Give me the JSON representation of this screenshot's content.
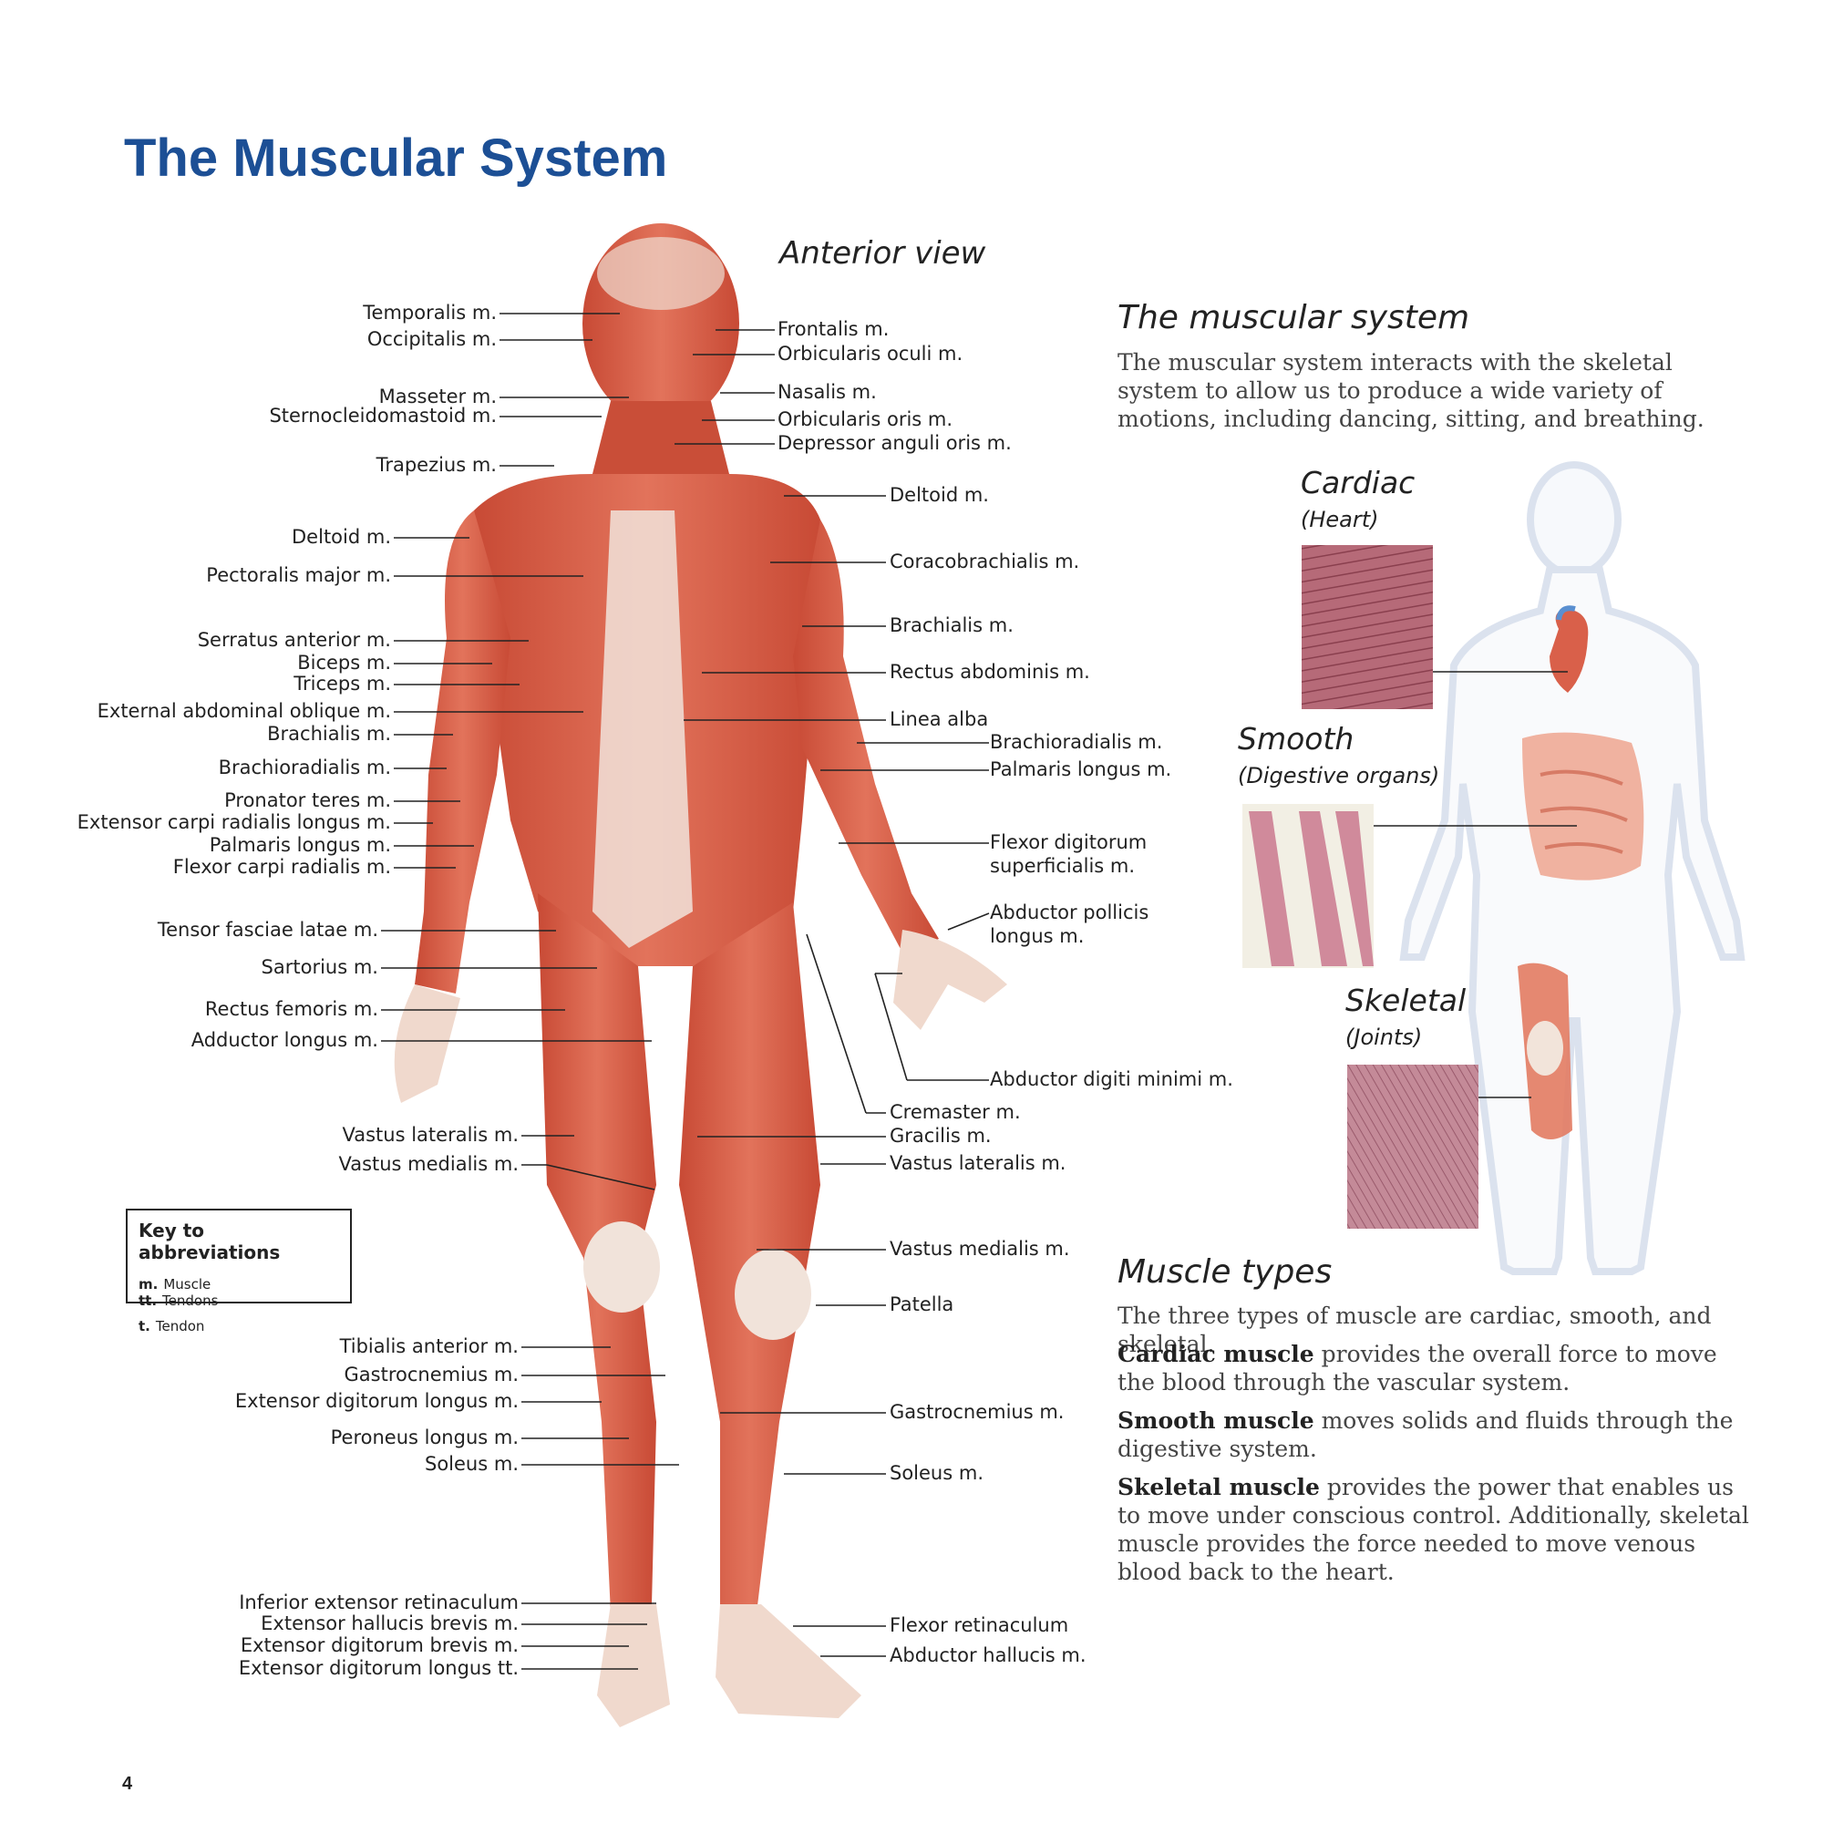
{
  "title": "The Muscular System",
  "view_title": "Anterior view",
  "labels": {
    "temporalis": "Temporalis m.",
    "occipitalis": "Occipitalis m.",
    "masseter": "Masseter m.",
    "sternocleidomastoid": "Sternocleidomastoid m.",
    "trapezius": "Trapezius m.",
    "deltoid_l": "Deltoid m.",
    "pectoralis": "Pectoralis major m.",
    "serratus": "Serratus anterior m.",
    "biceps": "Biceps m.",
    "triceps": "Triceps m.",
    "ext_oblique": "External abdominal oblique m.",
    "brachialis_l": "Brachialis m.",
    "brachioradialis_l": "Brachioradialis m.",
    "pronator": "Pronator teres m.",
    "ext_carpi": "Extensor carpi radialis longus m.",
    "palmaris_l": "Palmaris longus m.",
    "flexor_carpi": "Flexor carpi radialis m.",
    "tensor": "Tensor fasciae latae m.",
    "sartorius": "Sartorius m.",
    "rectus_femoris": "Rectus femoris m.",
    "adductor": "Adductor longus m.",
    "vastus_lat_l": "Vastus lateralis m.",
    "vastus_med_l": "Vastus medialis m.",
    "tibialis": "Tibialis anterior m.",
    "gastro_l": "Gastrocnemius m.",
    "ext_dig_longus": "Extensor digitorum longus m.",
    "peroneus": "Peroneus longus m.",
    "soleus_l": "Soleus m.",
    "inf_ext_ret": "Inferior extensor retinaculum",
    "ext_hallucis": "Extensor hallucis brevis m.",
    "ext_dig_brevis": "Extensor digitorum brevis m.",
    "ext_dig_tt": "Extensor digitorum longus tt.",
    "frontalis": "Frontalis m.",
    "orb_oculi": "Orbicularis oculi m.",
    "nasalis": "Nasalis m.",
    "orb_oris": "Orbicularis oris m.",
    "depressor": "Depressor anguli oris m.",
    "deltoid_r": "Deltoid m.",
    "coracobrachialis": "Coracobrachialis m.",
    "brachialis_r": "Brachialis m.",
    "rectus_abd": "Rectus abdominis m.",
    "linea_alba": "Linea alba",
    "brachioradialis_r": "Brachioradialis m.",
    "palmaris_r": "Palmaris longus m.",
    "flexor_dig_1": "Flexor digitorum",
    "flexor_dig_2": "superficialis m.",
    "abd_pollicis_1": "Abductor pollicis",
    "abd_pollicis_2": "longus m.",
    "abd_digiti": "Abductor digiti minimi m.",
    "cremaster": "Cremaster m.",
    "gracilis": "Gracilis m.",
    "vastus_lat_r": "Vastus lateralis m.",
    "vastus_med_r": "Vastus medialis m.",
    "patella": "Patella",
    "gastro_r": "Gastrocnemius m.",
    "soleus_r": "Soleus m.",
    "flexor_ret": "Flexor retinaculum",
    "abd_hallucis": "Abductor hallucis m."
  },
  "key": {
    "title": "Key to abbreviations",
    "m_abbr": "m.",
    "m_text": "Muscle",
    "tt_abbr": "tt.",
    "tt_text": "Tendons",
    "t_abbr": "t.",
    "t_text": "Tendon"
  },
  "sidebar": {
    "heading": "The muscular system",
    "intro": "The muscular system interacts with the skeletal system to allow us to produce a wide variety of motions, including dancing, sitting, and breathing.",
    "cardiac": {
      "title": "Cardiac",
      "sub": "(Heart)"
    },
    "smooth": {
      "title": "Smooth",
      "sub": "(Digestive organs)"
    },
    "skeletal": {
      "title": "Skeletal",
      "sub": "(Joints)"
    },
    "types_heading": "Muscle types",
    "types_intro": "The three types of muscle are cardiac, smooth, and skeletal.",
    "cardiac_term": "Cardiac muscle",
    "cardiac_desc": " provides the overall force to move the blood through the vascular system.",
    "smooth_term": "Smooth muscle",
    "smooth_desc": " moves solids and fluids through the digestive system.",
    "skeletal_term": "Skeletal muscle",
    "skeletal_desc": " provides the power that enables us to move under conscious control. Additionally, skeletal muscle provides the force needed to move venous blood back to the heart."
  },
  "page_number": "4",
  "colors": {
    "title_blue": "#1c4f95",
    "muscle": "#d9604a",
    "muscle_dark": "#b8412f",
    "tendon": "#efe6dc",
    "silhouette": "#e3e8f1"
  }
}
